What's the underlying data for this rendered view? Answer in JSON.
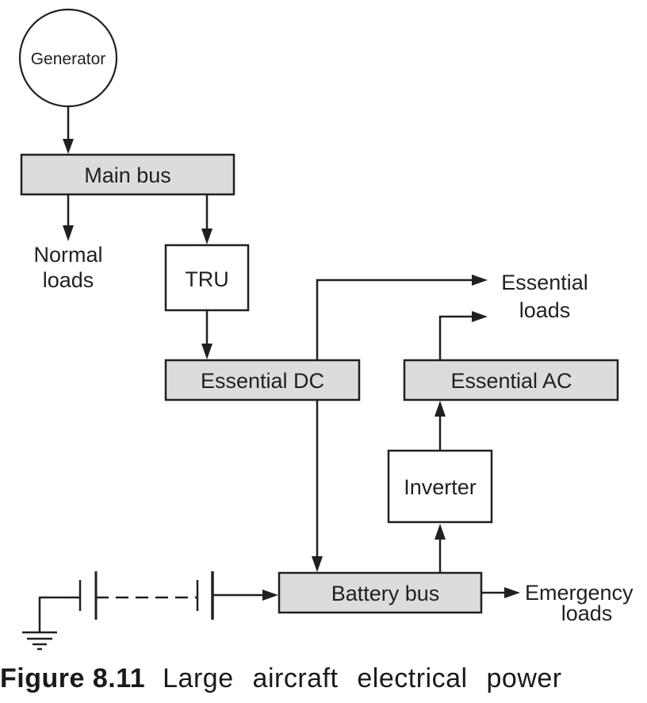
{
  "diagram": {
    "generator": {
      "label": "Generator"
    },
    "main_bus": {
      "label": "Main bus"
    },
    "normal_loads": {
      "line1": "Normal",
      "line2": "loads"
    },
    "tru": {
      "label": "TRU"
    },
    "essential_dc": {
      "label": "Essential DC"
    },
    "essential_ac": {
      "label": "Essential AC"
    },
    "essential_loads": {
      "line1": "Essential",
      "line2": "loads"
    },
    "inverter": {
      "label": "Inverter"
    },
    "battery_bus": {
      "label": "Battery bus"
    },
    "emergency_loads": {
      "line1": "Emergency",
      "line2": "loads"
    },
    "battery": {
      "symbol": "battery-cells-icon"
    },
    "ground": {
      "symbol": "ground-icon"
    },
    "colors": {
      "bus_fill": "#dcdcdc",
      "stroke": "#231f20",
      "box_fill": "#ffffff"
    }
  },
  "caption": {
    "label": "Figure 8.11",
    "text": "Large aircraft electrical power"
  }
}
